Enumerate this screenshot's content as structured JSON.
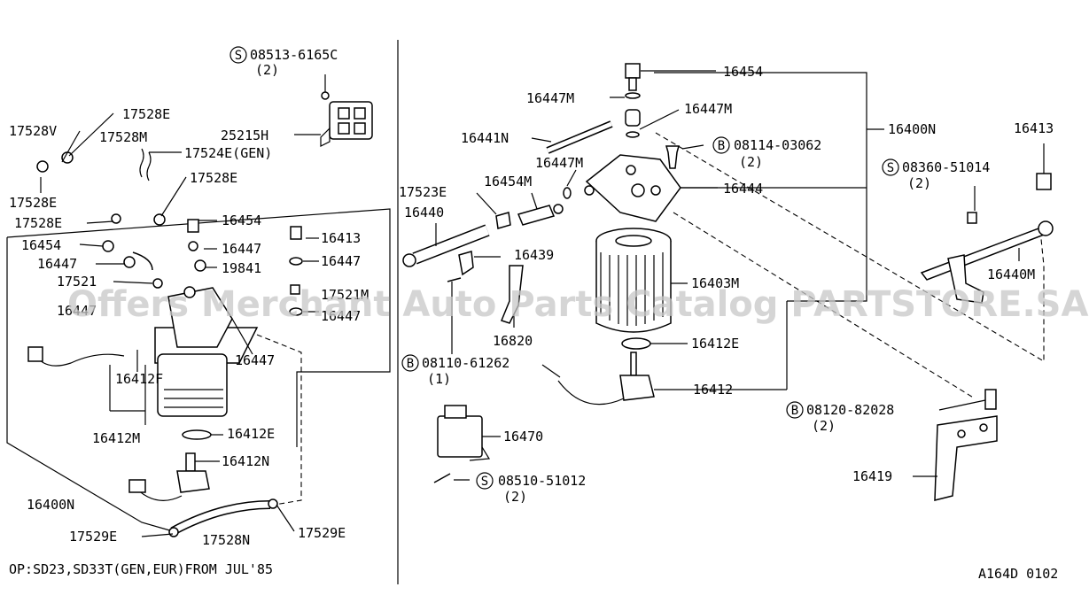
{
  "watermark": "Offers Merchant Auto Parts Catalog PARTSTORE.SA",
  "footer": {
    "note": "OP:SD23,SD33T(GEN,EUR)FROM JUL'85",
    "diagram_code": "A164D 0102"
  },
  "labels": {
    "l08513": "08513-6165C",
    "l08513q": "(2)",
    "l25215H": "25215H",
    "l17528V": "17528V",
    "l17528E_a": "17528E",
    "l17528M": "17528M",
    "l17524E": "17524E(GEN)",
    "l17528E_b": "17528E",
    "l17528E_c": "17528E",
    "l17528E_d": "17528E",
    "l16454_a": "16454",
    "l16454_b": "16454",
    "l16447_a": "16447",
    "l16447_b": "16447",
    "l16413_a": "16413",
    "l16447_c": "16447",
    "l19841": "19841",
    "l17521": "17521",
    "l16447_d": "16447",
    "l17521M": "17521M",
    "l16447_e": "16447",
    "l16447_f": "16447",
    "l16412F": "16412F",
    "l16412M": "16412M",
    "l16412E_a": "16412E",
    "l16412N": "16412N",
    "l16400N_a": "16400N",
    "l17529E_a": "17529E",
    "l17528N": "17528N",
    "l17529E_b": "17529E",
    "l16454_c": "16454",
    "l16447M_a": "16447M",
    "l16447M_b": "16447M",
    "l16400N_b": "16400N",
    "l16441N": "16441N",
    "l08114": "08114-03062",
    "l08114q": "(2)",
    "l16413_b": "16413",
    "l16447M_c": "16447M",
    "l08360": "08360-51014",
    "l08360q": "(2)",
    "l17523E": "17523E",
    "l16454M": "16454M",
    "l16444": "16444",
    "l16440": "16440",
    "l16439": "16439",
    "l16403M": "16403M",
    "l16440M": "16440M",
    "l16820": "16820",
    "l16412E_b": "16412E",
    "l08110": "08110-61262",
    "l08110q": "(1)",
    "l16412": "16412",
    "l08120": "08120-82028",
    "l08120q": "(2)",
    "l16470": "16470",
    "l16419": "16419",
    "l08510": "08510-51012",
    "l08510q": "(2)"
  },
  "badges": {
    "s": "S",
    "b": "B"
  }
}
